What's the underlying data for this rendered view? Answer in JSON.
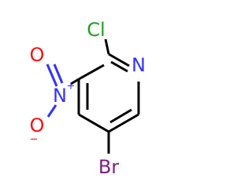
{
  "molecule": {
    "atoms": {
      "N_ring": "N",
      "Cl": "Cl",
      "N_nitro": "N",
      "O_top": "O",
      "O_bottom": "O",
      "Br": "Br"
    },
    "charges": {
      "N_nitro": "+",
      "O_bottom": "−"
    }
  },
  "colors": {
    "bond": "#000000",
    "nitrogen": "#3333ff",
    "chlorine": "#1fa01f",
    "oxygen": "#ff0d0d",
    "bromine": "#7f1d7f"
  }
}
